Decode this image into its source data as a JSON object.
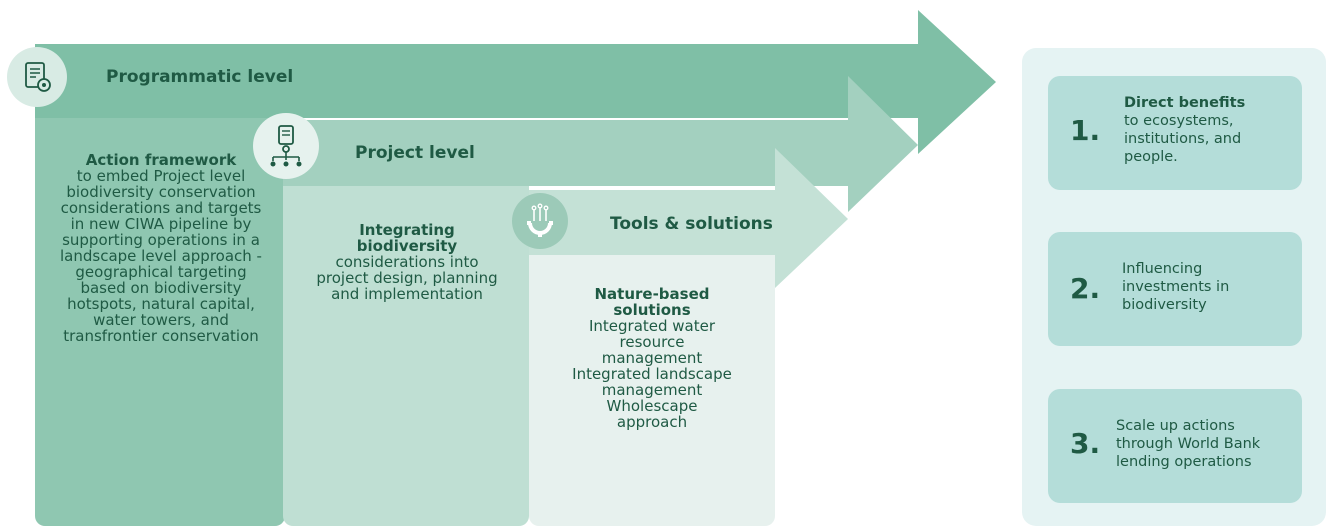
{
  "levels": [
    {
      "title": "Programmatic level",
      "icon": "document-gear-icon",
      "heading": "Action framework",
      "body": "to embed Project level biodiversity conservation considerations and targets in new CIWA pipeline by supporting operations in a landscape level approach - geographical targeting based on biodiversity hotspots, natural capital, water towers, and transfrontier conservation"
    },
    {
      "title": "Project level",
      "icon": "document-network-icon",
      "heading": "Integrating biodiversity",
      "body": "considerations into project design, planning and implementation"
    },
    {
      "title": "Tools & solutions",
      "icon": "circuit-gear-icon",
      "heading": "Nature-based solutions",
      "body": "Integrated water resource management Integrated landscape management Wholescape approach"
    }
  ],
  "outcomes": [
    {
      "number": "1.",
      "heading": "Direct benefits",
      "text": "to ecosystems, institutions, and people."
    },
    {
      "number": "2.",
      "heading": "",
      "text": "Influencing investments in biodiversity"
    },
    {
      "number": "3.",
      "heading": "",
      "text": "Scale up actions through World Bank lending operations"
    }
  ],
  "colors": {
    "arrow1": "#7fbfa6",
    "arrow2": "#a3d0bf",
    "arrow3": "#c4e1d6",
    "col1": "#8fc7b1",
    "col2": "#bfdfd3",
    "col3": "#e7f1ee",
    "panel": "#e5f3f3",
    "outcome_box": "#b4ddd9",
    "text": "#1f5a44"
  }
}
